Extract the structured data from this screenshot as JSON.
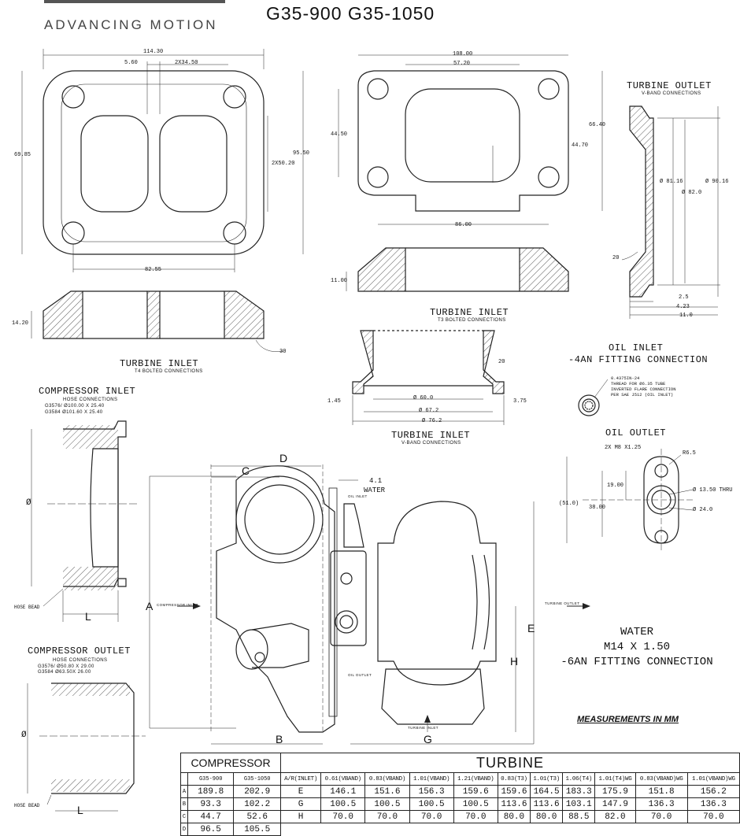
{
  "header": {
    "brand": "ADVANCING MOTION",
    "title": "G35-900 G35-1050"
  },
  "t4_inlet": {
    "title": "TURBINE INLET",
    "subtitle": "T4 BOLTED CONNECTIONS",
    "dims": {
      "width": "114.30",
      "offset": "5.60",
      "spacing": "2X34.50",
      "height": "69.85",
      "outer": "95.50",
      "port": "2X50.20",
      "bottom": "82.55",
      "thickness": "14.20",
      "angle": "30"
    }
  },
  "t3_inlet": {
    "title": "TURBINE INLET",
    "subtitle": "T3 BOLTED CONNECTIONS",
    "dims": {
      "width": "108.00",
      "inner": "57.20",
      "left_h": "44.50",
      "right_h": "66.40",
      "port_h": "44.70",
      "bottom": "86.00",
      "thickness": "11.00"
    }
  },
  "turbine_outlet": {
    "title": "TURBINE OUTLET",
    "subtitle": "V-BAND CONNECTIONS",
    "dims": {
      "d1": "Ø 81.16",
      "d2": "Ø 82.0",
      "d3": "Ø 90.16",
      "angle": "20",
      "w1": "2.5",
      "w2": "4.23",
      "w3": "11.0"
    }
  },
  "vband_inlet": {
    "title": "TURBINE INLET",
    "subtitle": "V-BAND CONNECTIONS",
    "dims": {
      "angle": "20",
      "lip_l": "1.45",
      "lip_r": "3.75",
      "d1": "Ø 60.0",
      "d2": "Ø 67.2",
      "d3": "Ø 76.2"
    }
  },
  "oil_inlet": {
    "title": "OIL INLET",
    "subtitle": "-4AN FITTING CONNECTION",
    "note": [
      "0.4375IN-24",
      "THREAD FOR Ø6.35 TUBE",
      "INVERTED FLARE CONNECTION",
      "PER SAE J512 (OIL INLET)"
    ]
  },
  "oil_outlet": {
    "title": "OIL OUTLET",
    "dims": {
      "thread": "2X M8 X1.25",
      "radius": "R6.5",
      "offset": "19.00",
      "thru": "Ø 13.50 THRU",
      "width": "(51.0)",
      "spacing": "38.00",
      "bore": "Ø 24.0"
    }
  },
  "compressor_inlet": {
    "title": "COMPRESSOR INLET",
    "subtitle": "HOSE CONNECTIONS",
    "specs": [
      "G3576/ Ø100.00 X 25.40",
      "G3584  Ø101.60 X 25.40"
    ],
    "bead": "HOSE BEAD",
    "diam": "Ø",
    "len": "L"
  },
  "compressor_outlet": {
    "title": "COMPRESSOR OUTLET",
    "subtitle": "HOSE CONNECTIONS",
    "specs": [
      "G3576/ Ø50.80 X 29.00",
      "G3584  Ø63.50X 26.00"
    ],
    "bead": "HOSE BEAD",
    "diam": "Ø",
    "len": "L"
  },
  "assembly": {
    "labels": {
      "A": "A",
      "B": "B",
      "C": "C",
      "D": "D",
      "E": "E",
      "G": "G",
      "H": "H"
    },
    "compressor_inlet": "COMPRESSOR INLET",
    "turbine_outlet": "TURBINE OUTLET",
    "turbine_inlet": "TURBINE INLET",
    "oil_inlet": "OIL INLET",
    "oil_outlet": "OIL OUTLET",
    "water_dim": "4.1",
    "water_label": "WATER"
  },
  "water_spec": [
    "WATER",
    "M14 X 1.50",
    "-6AN FITTING CONNECTION"
  ],
  "units_note": "MEASUREMENTS IN MM",
  "compressor_table": {
    "title": "COMPRESSOR",
    "columns": [
      "",
      "G35-900",
      "G35-1050"
    ],
    "rows": [
      [
        "A",
        "189.8",
        "202.9"
      ],
      [
        "B",
        "93.3",
        "102.2"
      ],
      [
        "C",
        "44.7",
        "52.6"
      ],
      [
        "D",
        "96.5",
        "105.5"
      ]
    ]
  },
  "turbine_table": {
    "title": "TURBINE",
    "columns": [
      "A/R(INLET)",
      "0.61(VBAND)",
      "0.83(VBAND)",
      "1.01(VBAND)",
      "1.21(VBAND)",
      "0.83(T3)",
      "1.01(T3)",
      "1.06(T4)",
      "1.01(T4)WG",
      "0.83(VBAND)WG",
      "1.01(VBAND)WG"
    ],
    "rows": [
      [
        "E",
        "146.1",
        "151.6",
        "156.3",
        "159.6",
        "159.6",
        "164.5",
        "183.3",
        "175.9",
        "151.8",
        "156.2"
      ],
      [
        "G",
        "100.5",
        "100.5",
        "100.5",
        "100.5",
        "113.6",
        "113.6",
        "103.1",
        "147.9",
        "136.3",
        "136.3"
      ],
      [
        "H",
        "70.0",
        "70.0",
        "70.0",
        "70.0",
        "80.0",
        "80.0",
        "88.5",
        "82.0",
        "70.0",
        "70.0"
      ]
    ]
  }
}
